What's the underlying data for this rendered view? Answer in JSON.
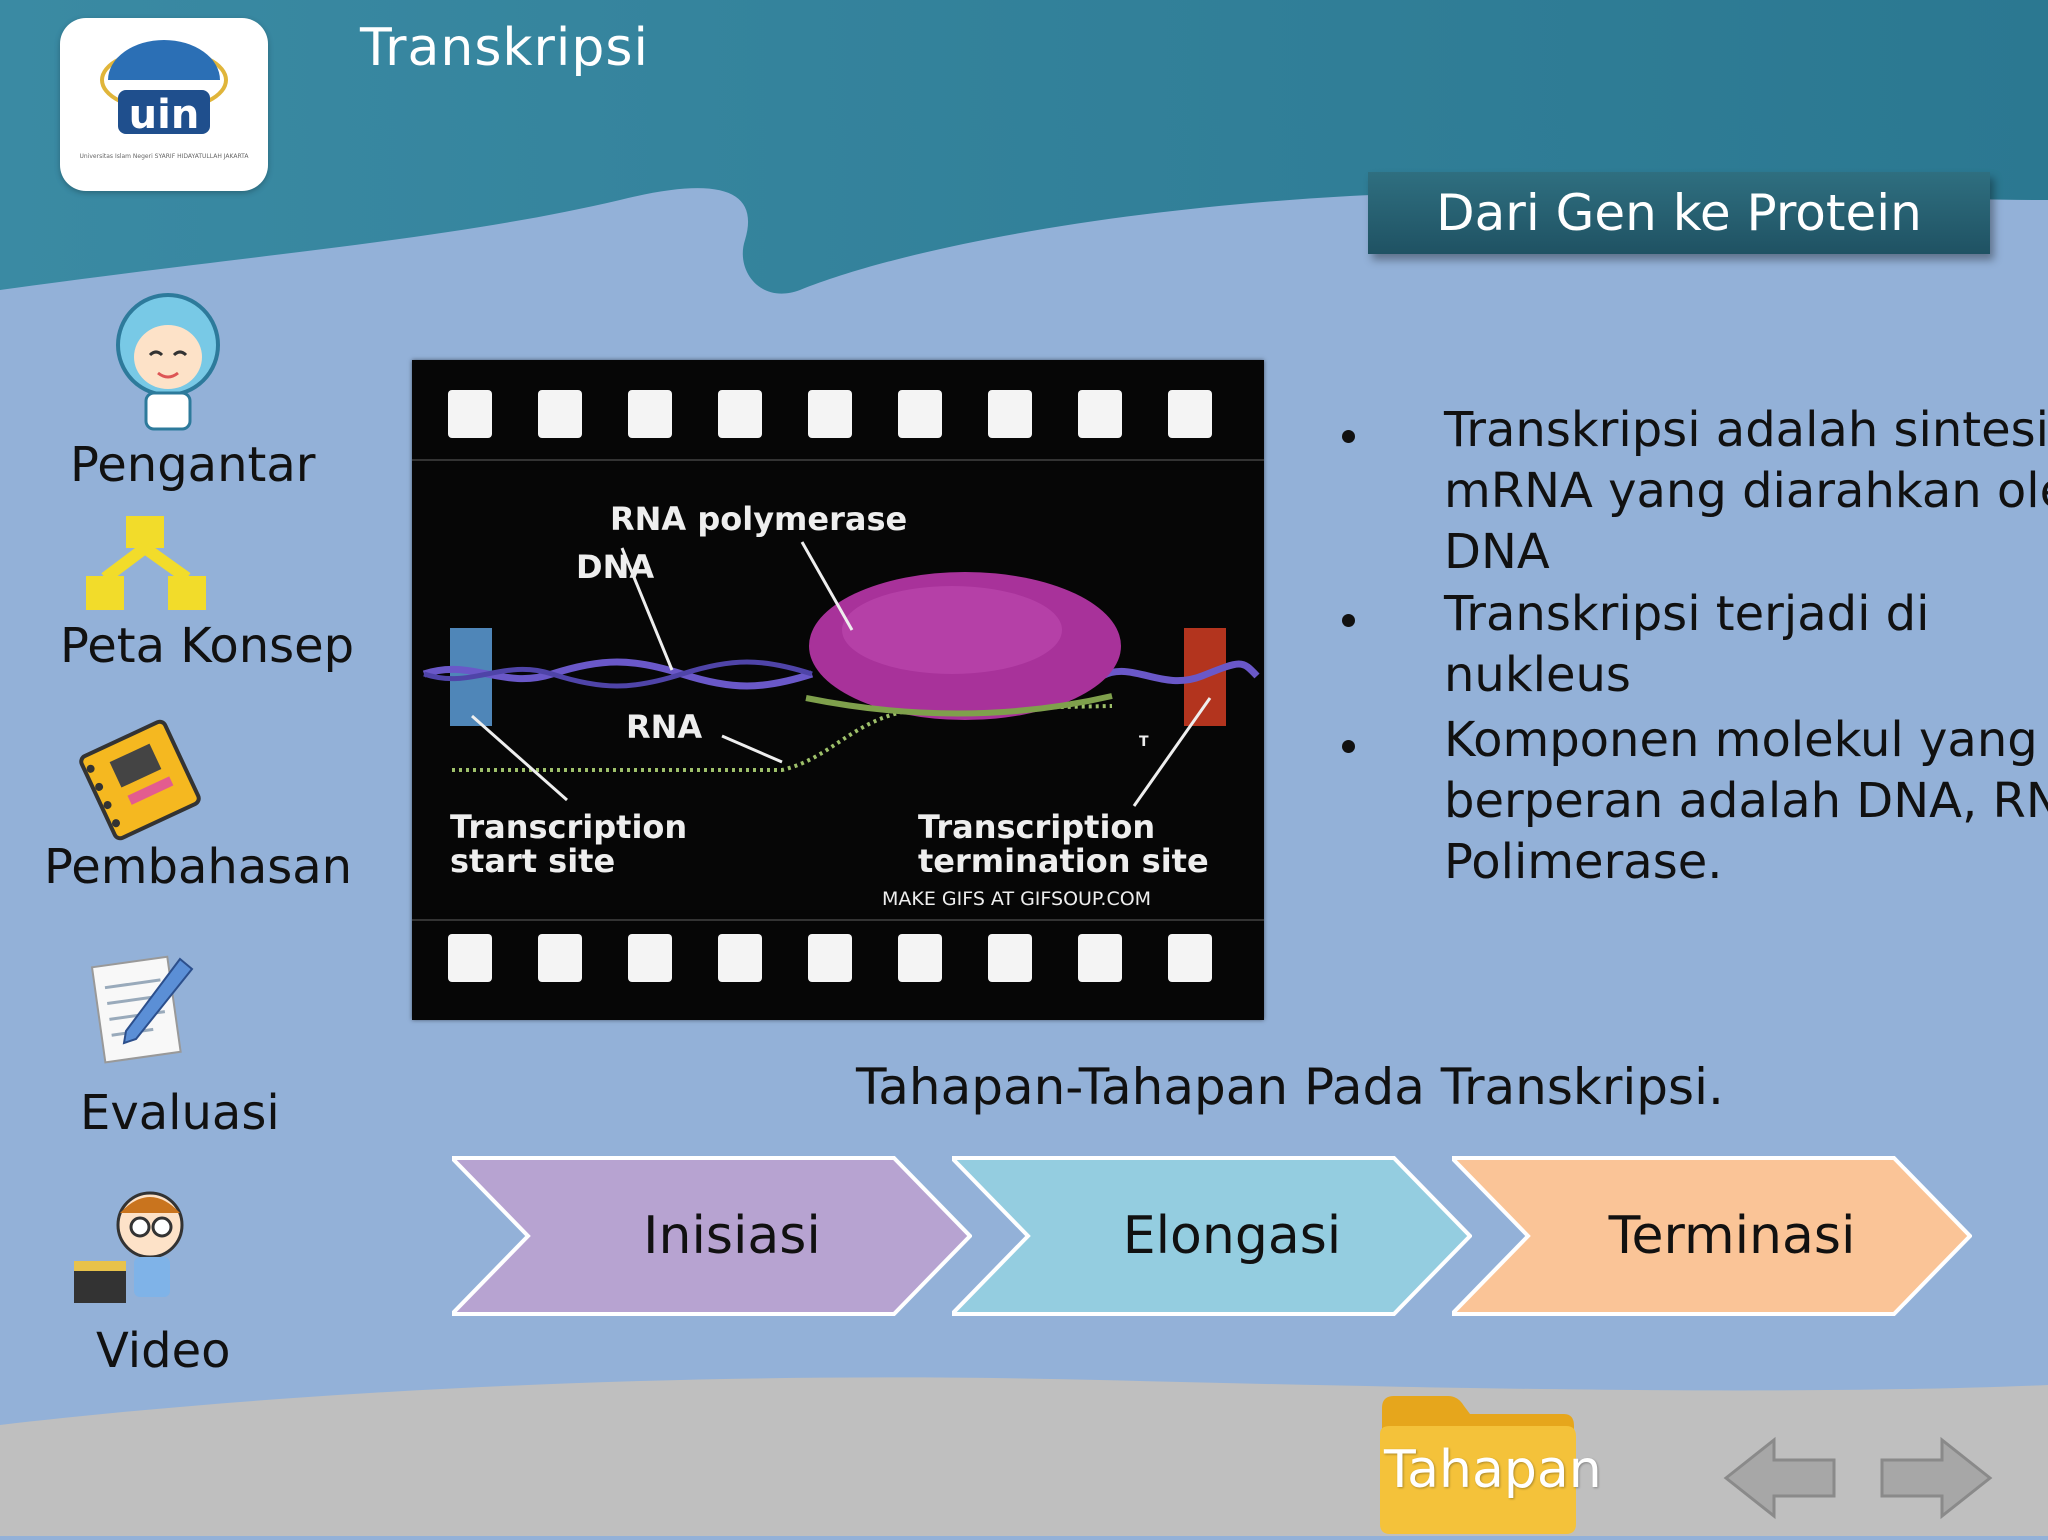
{
  "header": {
    "title": "Transkripsi",
    "section_button": "Dari Gen ke Protein",
    "logo": {
      "text": "uin",
      "subtitle": "Universitas Islam Negeri SYARIF HIDAYATULLAH JAKARTA"
    }
  },
  "sidebar": {
    "items": [
      {
        "label": "Pengantar",
        "icon": "teacher-avatar-icon"
      },
      {
        "label": "Peta Konsep",
        "icon": "concept-map-icon"
      },
      {
        "label": "Pembahasan",
        "icon": "notebook-icon"
      },
      {
        "label": "Evaluasi",
        "icon": "paper-pencil-icon"
      },
      {
        "label": "Video",
        "icon": "kid-clapperboard-icon"
      }
    ]
  },
  "figure": {
    "labels": {
      "rna_polymerase": "RNA polymerase",
      "dna": "DNA",
      "rna": "RNA",
      "start_site": [
        "Transcription",
        "start site"
      ],
      "termination_site": [
        "Transcription",
        "termination site"
      ],
      "t_mark": "T",
      "watermark": "MAKE GIFS AT GIFSOUP.COM"
    },
    "colors": {
      "polymerase": "#a8329a",
      "dna": "#6a58c8",
      "rna": "#9ec06a",
      "start_box": "#4f86b8",
      "end_box": "#b3341e"
    }
  },
  "bullets": [
    "Transkripsi adalah sintesis mRNA yang diarahkan oleh DNA",
    "Transkripsi terjadi di nukleus",
    "Komponen molekul yang berperan adalah DNA, RNA Polimerase."
  ],
  "stages": {
    "heading": "Tahapan-Tahapan Pada Transkripsi.",
    "items": [
      {
        "label": "Inisiasi",
        "color": "#b7a3d1"
      },
      {
        "label": "Elongasi",
        "color": "#94cde0"
      },
      {
        "label": "Terminasi",
        "color": "#fac497"
      }
    ]
  },
  "footer": {
    "folder_label": "Tahapan",
    "prev_icon": "back-arrow-icon",
    "next_icon": "forward-arrow-icon"
  },
  "colors": {
    "background": "#93b1d8",
    "header": "#2f7f98",
    "footer": "#c0c0c0"
  }
}
